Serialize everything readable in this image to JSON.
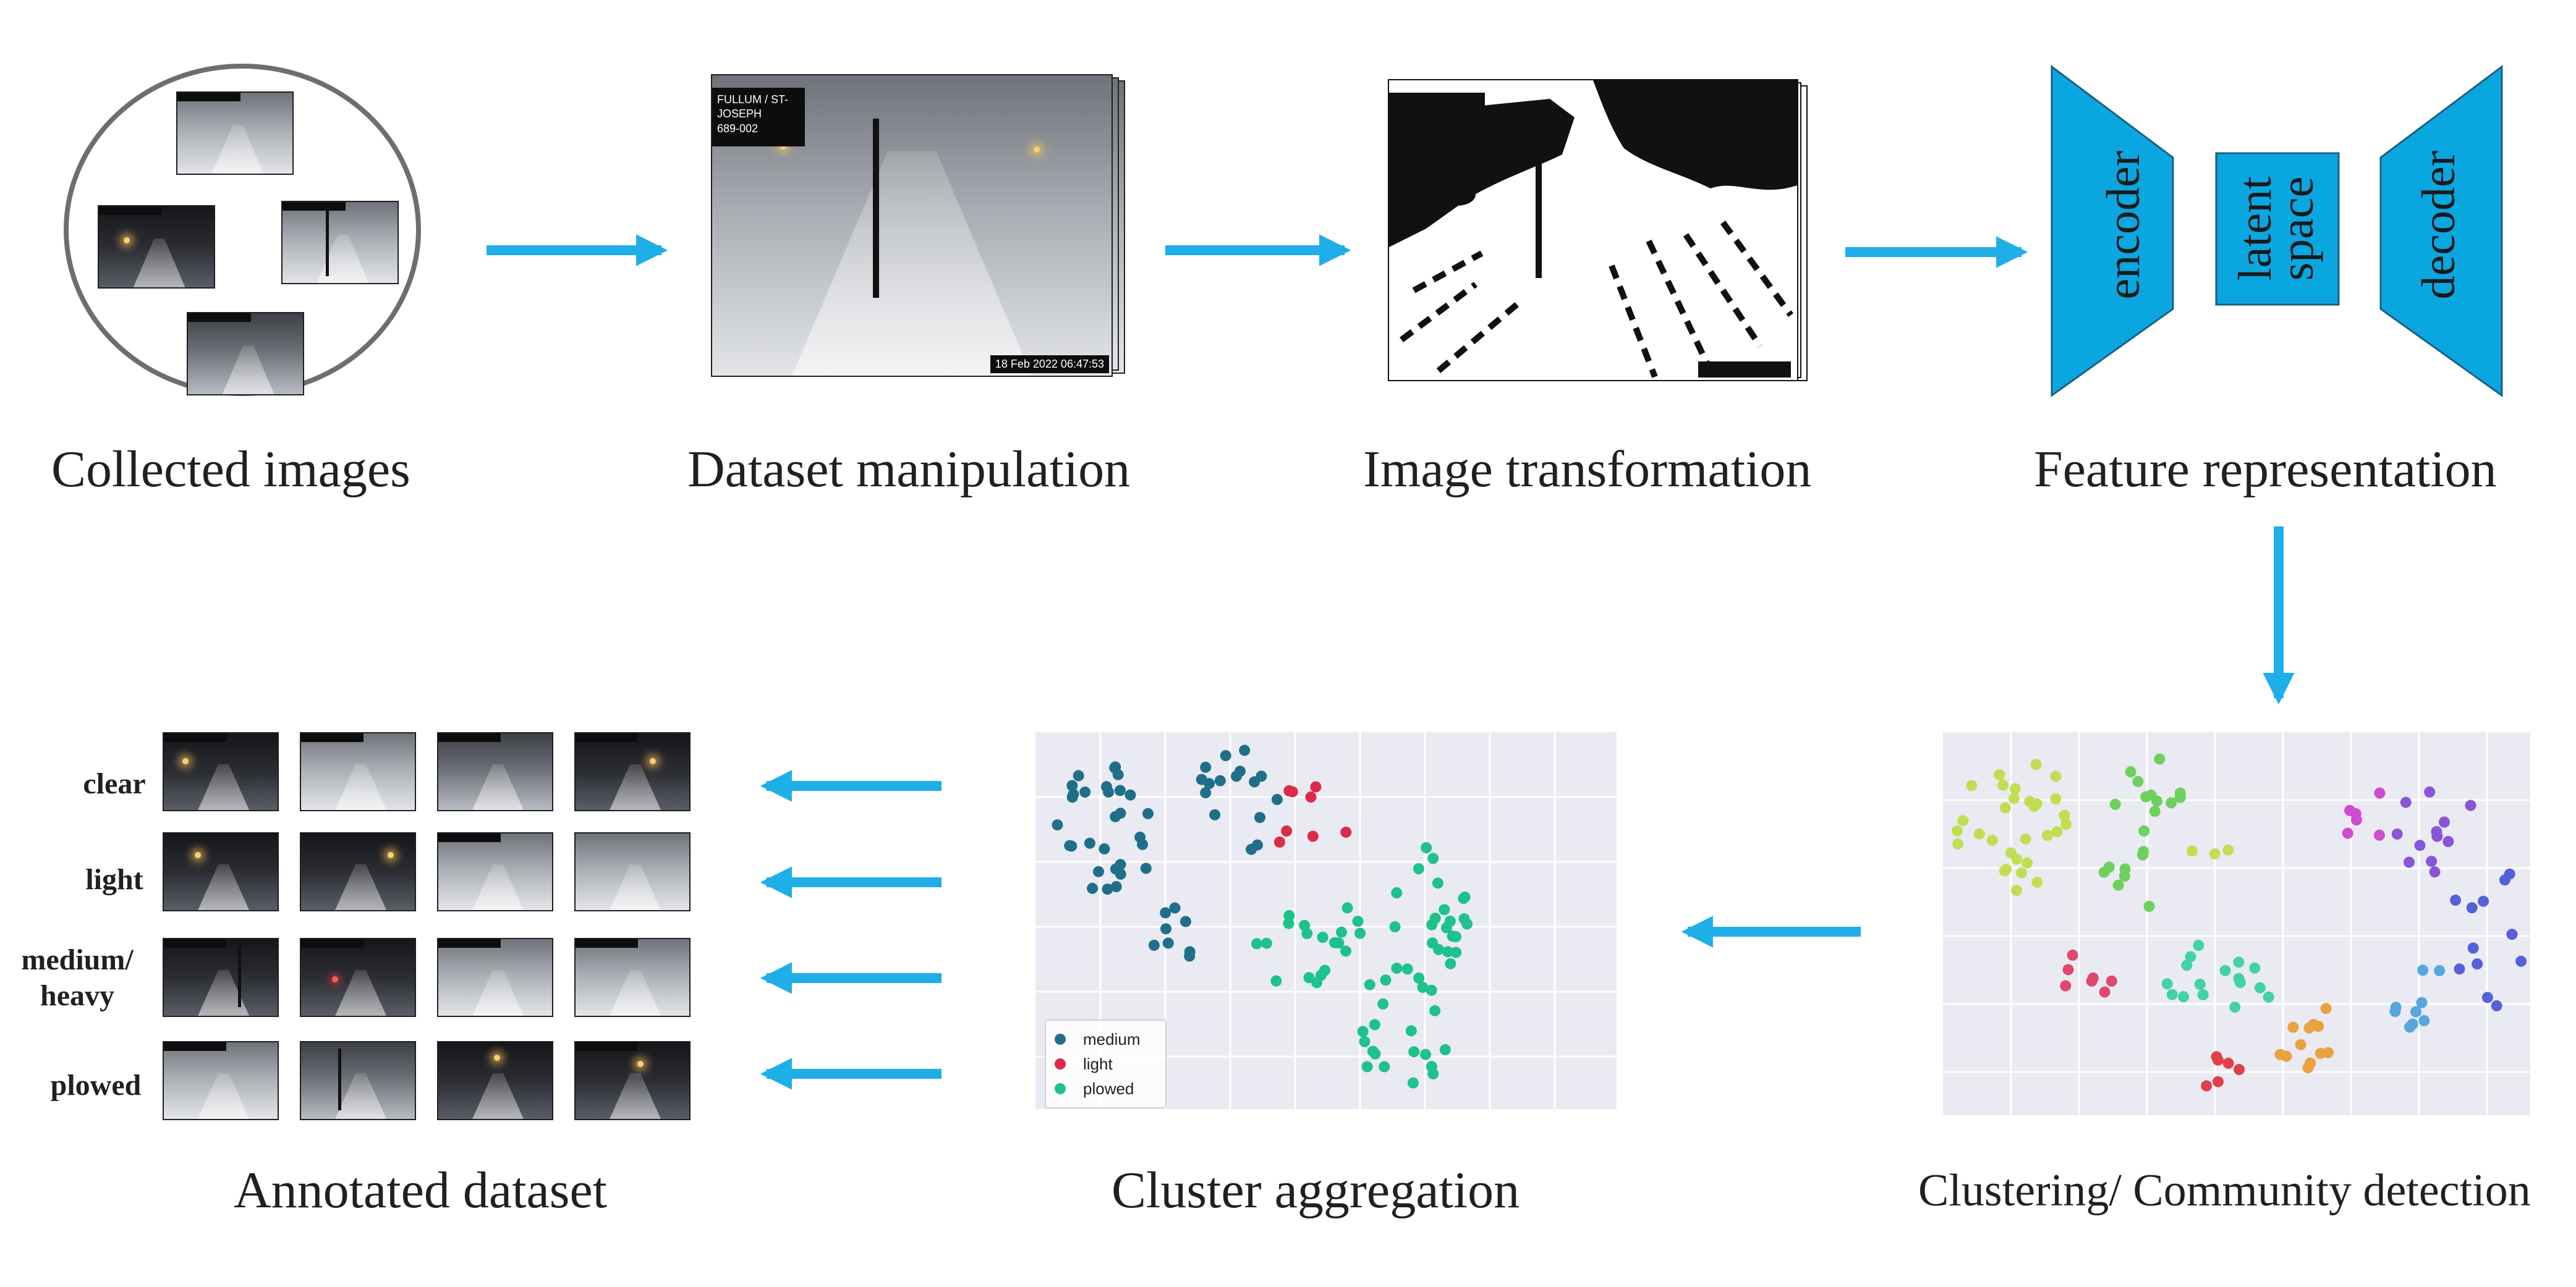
{
  "captions": {
    "collected": "Collected images",
    "manipulation": "Dataset manipulation",
    "transformation": "Image transformation",
    "feature": "Feature representation",
    "annotated": "Annotated dataset",
    "aggregation": "Cluster aggregation",
    "clustering": "Clustering/ Community detection"
  },
  "autoencoder": {
    "encoder": "encoder",
    "latent_line1": "latent",
    "latent_line2": "space",
    "decoder": "decoder"
  },
  "annotation_rows": [
    {
      "label_line1": "clear",
      "label_line2": ""
    },
    {
      "label_line1": "light",
      "label_line2": ""
    },
    {
      "label_line1": "medium/",
      "label_line2": "heavy"
    },
    {
      "label_line1": "plowed",
      "label_line2": ""
    }
  ],
  "camera_overlay": {
    "location": "FULLUM / ST-JOSEPH",
    "camera_id": "689-002",
    "timestamp": "18 Feb 2022   06:47:53"
  },
  "legend": [
    {
      "name": "medium",
      "color": "#1f6f8b"
    },
    {
      "name": "light",
      "color": "#dc2a4a"
    },
    {
      "name": "plowed",
      "color": "#1ec28b"
    }
  ],
  "colors": {
    "arrow": "#1eaee8",
    "autoencoder": "#0aa6df",
    "plot_bg": "#eaeaf2",
    "circle_stroke": "#6d6e71"
  },
  "icons": [
    "arrow-right-icon",
    "arrow-left-icon",
    "arrow-down-icon",
    "camera-image-icon"
  ]
}
